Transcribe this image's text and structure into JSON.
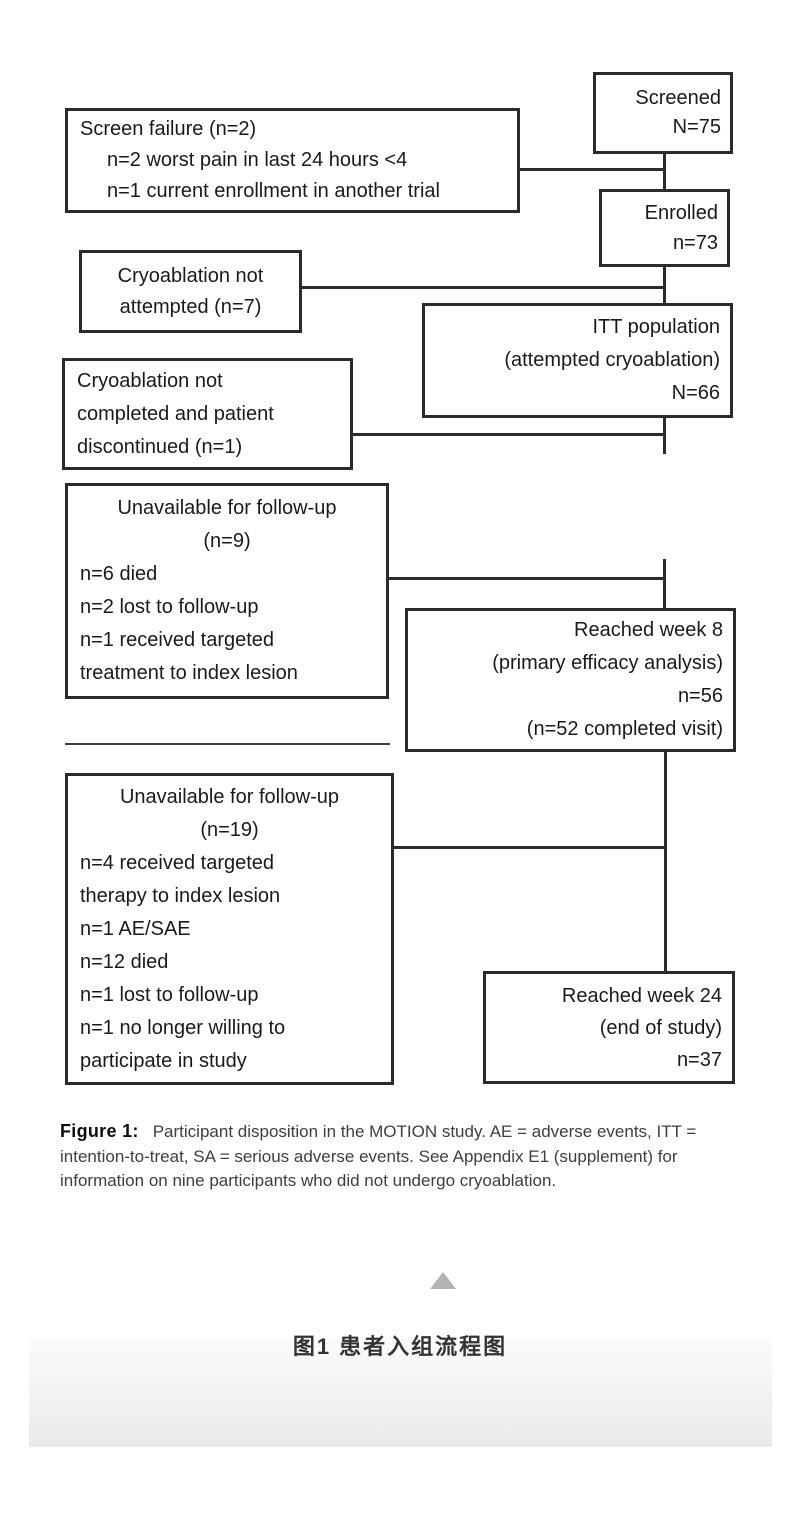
{
  "diagram": {
    "nodes": [
      {
        "id": "screened",
        "lines": [
          "Screened",
          "N=75"
        ]
      },
      {
        "id": "screen-failure",
        "lines": [
          "Screen failure (n=2)",
          "n=2 worst pain in last 24 hours <4",
          "n=1 current enrollment in another trial"
        ]
      },
      {
        "id": "enrolled",
        "lines": [
          "Enrolled",
          "n=73"
        ]
      },
      {
        "id": "cryoablation-not-attempted",
        "lines": [
          "Cryoablation not",
          "attempted (n=7)"
        ]
      },
      {
        "id": "itt-population",
        "lines": [
          "ITT population",
          "(attempted cryoablation)",
          "N=66"
        ]
      },
      {
        "id": "cryoablation-not-completed",
        "lines": [
          "Cryoablation not",
          "completed and patient",
          "discontinued (n=1)"
        ]
      },
      {
        "id": "unavailable-followup-9",
        "lines": [
          "Unavailable for follow-up",
          "(n=9)",
          "n=6 died",
          "n=2 lost to follow-up",
          "n=1 received targeted",
          "treatment to index lesion"
        ]
      },
      {
        "id": "reached-week-8",
        "lines": [
          "Reached week 8",
          "(primary efficacy analysis)",
          "n=56",
          "(n=52 completed visit)"
        ]
      },
      {
        "id": "unavailable-followup-19",
        "lines": [
          "Unavailable for follow-up",
          "(n=19)",
          "n=4 received targeted",
          "therapy to index lesion",
          "n=1 AE/SAE",
          "n=12 died",
          "n=1 lost to follow-up",
          "n=1 no longer willing to",
          "participate in study"
        ]
      },
      {
        "id": "reached-week-24",
        "lines": [
          "Reached week 24",
          "(end of study)",
          "n=37"
        ]
      }
    ]
  },
  "caption": {
    "label": "Figure 1:",
    "text": "Participant disposition in the MOTION study. AE = adverse events, ITT = intention-to-treat, SA = serious adverse events. See Appendix E1 (supplement) for information on nine participants who did not undergo cryoablation."
  },
  "footer": {
    "zh_caption": "图1 患者入组流程图",
    "collapse_icon": "up-triangle"
  },
  "colors": {
    "box_border": "#2b2b2b",
    "box_text": "#1a1a1a",
    "caption_text": "#3e3e3e",
    "triangle_gray": "#b1b3b5",
    "band_top": "#fbfbfb",
    "band_bottom": "#eaeaea"
  }
}
